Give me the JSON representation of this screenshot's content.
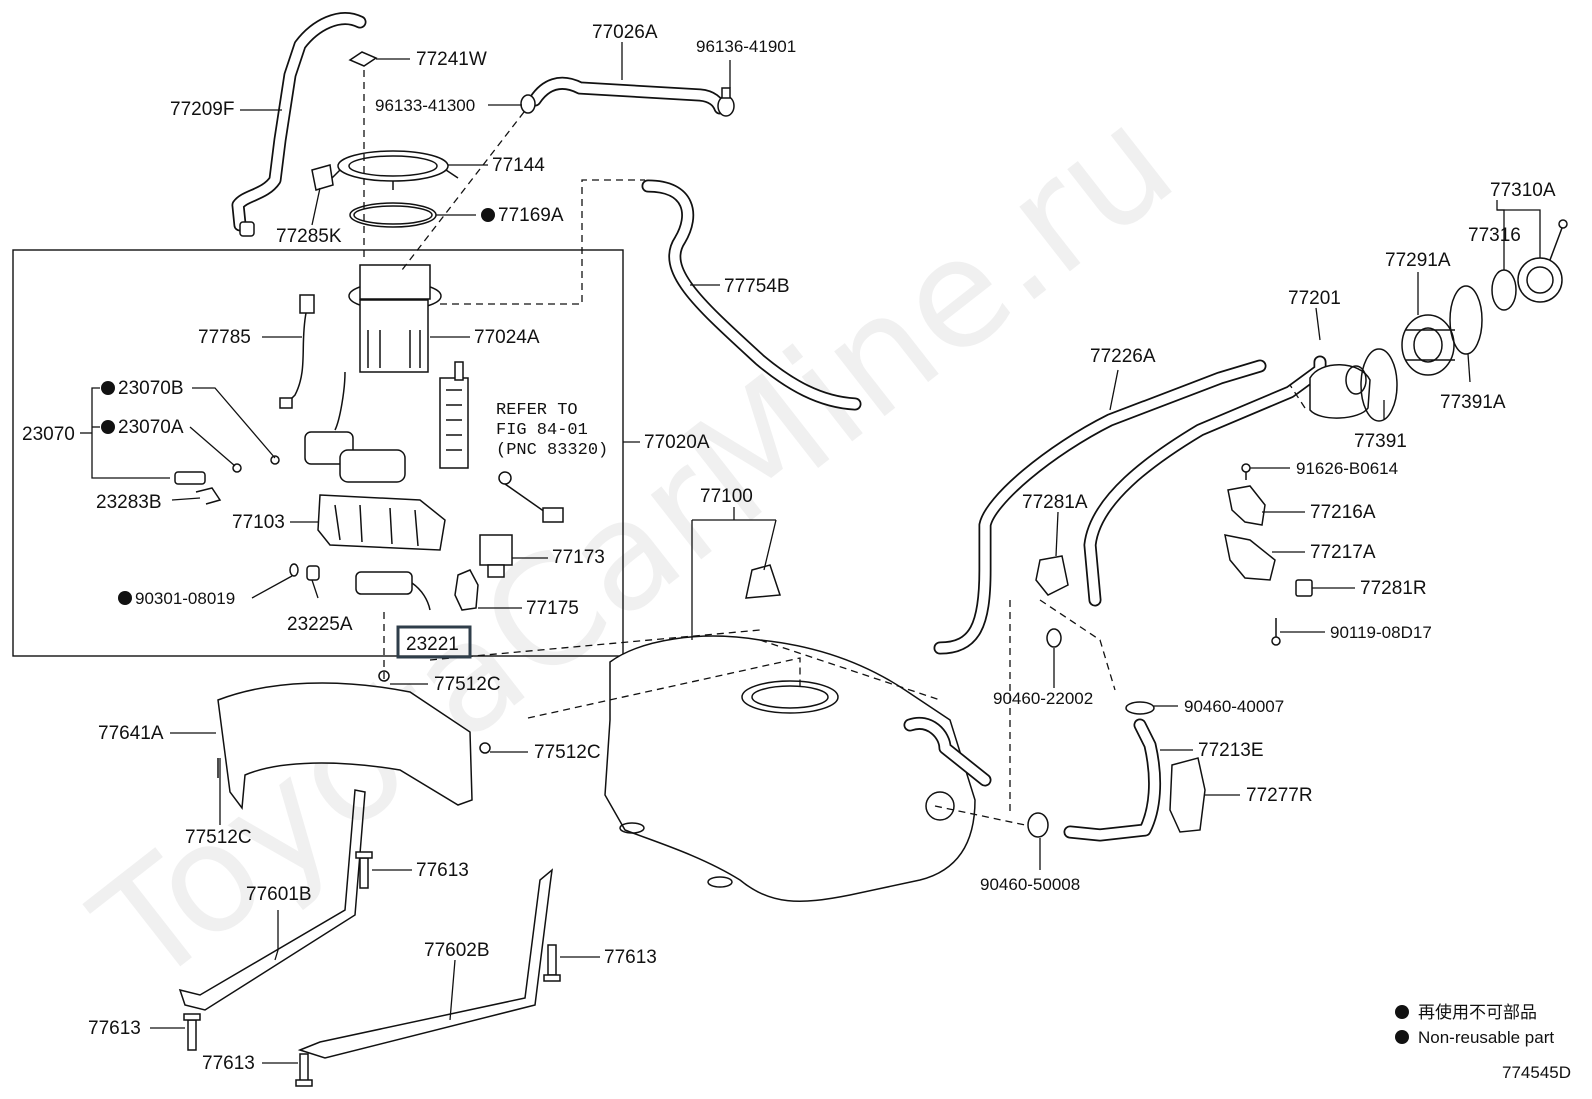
{
  "watermark": "ToyotaCarMine.ru",
  "diagram_code": "774545D",
  "highlighted_part": "23221",
  "legend": {
    "non_reusable_jp": "再使用不可部品",
    "non_reusable_en": "Non-reusable part"
  },
  "reference_note": [
    "REFER TO",
    "FIG 84-01",
    "(PNC 83320)"
  ],
  "labels": {
    "p77026A": "77026A",
    "p96136_41901": "96136-41901",
    "p77241W": "77241W",
    "p77209F": "77209F",
    "p96133_41300": "96133-41300",
    "p77144": "77144",
    "p77169A": "77169A",
    "p77285K": "77285K",
    "p77754B": "77754B",
    "p77310A": "77310A",
    "p77316": "77316",
    "p77291A": "77291A",
    "p77201": "77201",
    "p77226A": "77226A",
    "p77391": "77391",
    "p77391A": "77391A",
    "p77785": "77785",
    "p77024A": "77024A",
    "p23070B": "23070B",
    "p23070": "23070",
    "p23070A": "23070A",
    "p77020A": "77020A",
    "p23283B": "23283B",
    "p77103": "77103",
    "p77173": "77173",
    "p90301_08019": "90301-08019",
    "p77175": "77175",
    "p23225A": "23225A",
    "p23221": "23221",
    "p77512C_a": "77512C",
    "p77512C_b": "77512C",
    "p77512C_c": "77512C",
    "p77641A": "77641A",
    "p77100": "77100",
    "p91626_B0614": "91626-B0614",
    "p77216A": "77216A",
    "p77281A": "77281A",
    "p77217A": "77217A",
    "p77281R": "77281R",
    "p90119_08D17": "90119-08D17",
    "p90460_22002": "90460-22002",
    "p90460_40007": "90460-40007",
    "p77213E": "77213E",
    "p77277R": "77277R",
    "p90460_50008": "90460-50008",
    "p77613_a": "77613",
    "p77613_b": "77613",
    "p77613_c": "77613",
    "p77613_d": "77613",
    "p77601B": "77601B",
    "p77602B": "77602B"
  }
}
